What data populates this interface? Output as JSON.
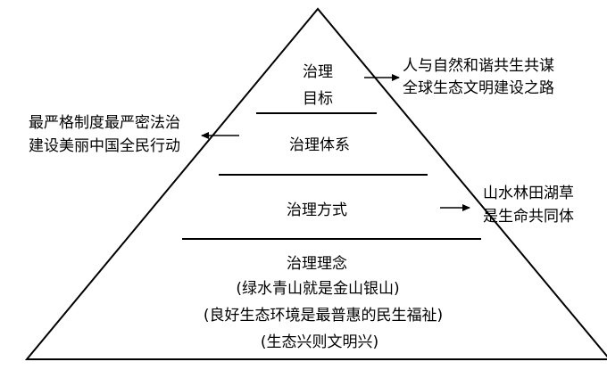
{
  "pyramid": {
    "levels": [
      {
        "label_lines": [
          "治理",
          "目标"
        ]
      },
      {
        "label_lines": [
          "治理体系"
        ]
      },
      {
        "label_lines": [
          "治理方式"
        ]
      },
      {
        "label_lines": [
          "治理理念",
          "(绿水青山就是金山银山)",
          "(良好生态环境是最普惠的民生福祉)",
          "(生态兴则文明兴)"
        ]
      }
    ]
  },
  "annotations": {
    "goal": {
      "lines": [
        "人与自然和谐共生共谋",
        "全球生态文明建设之路"
      ]
    },
    "system": {
      "lines": [
        "最严格制度最严密法治",
        "建设美丽中国全民行动"
      ]
    },
    "method": {
      "lines": [
        "山水林田湖草",
        "是生命共同体"
      ]
    }
  },
  "colors": {
    "stroke": "#000000",
    "background": "#ffffff",
    "text": "#000000"
  }
}
